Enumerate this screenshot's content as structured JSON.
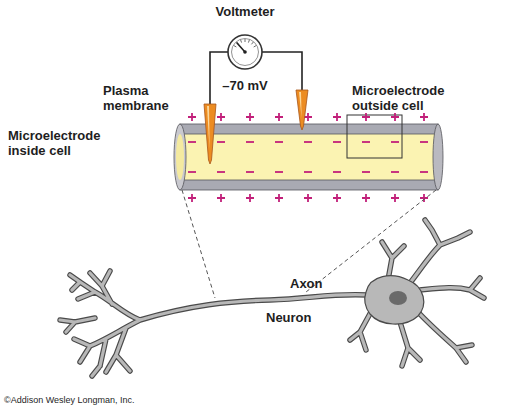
{
  "diagram": {
    "nodes": [
      {
        "text": [
          "Voltmeter",
          "–70 mV"
        ]
      }
    ],
    "labels": [
      "Plasma membrane",
      "Microelectrode inside cell",
      "Microelectrode outside cell",
      "Axon",
      "Neuron",
      "©Addison Wesley Longman, Inc."
    ]
  }
}
